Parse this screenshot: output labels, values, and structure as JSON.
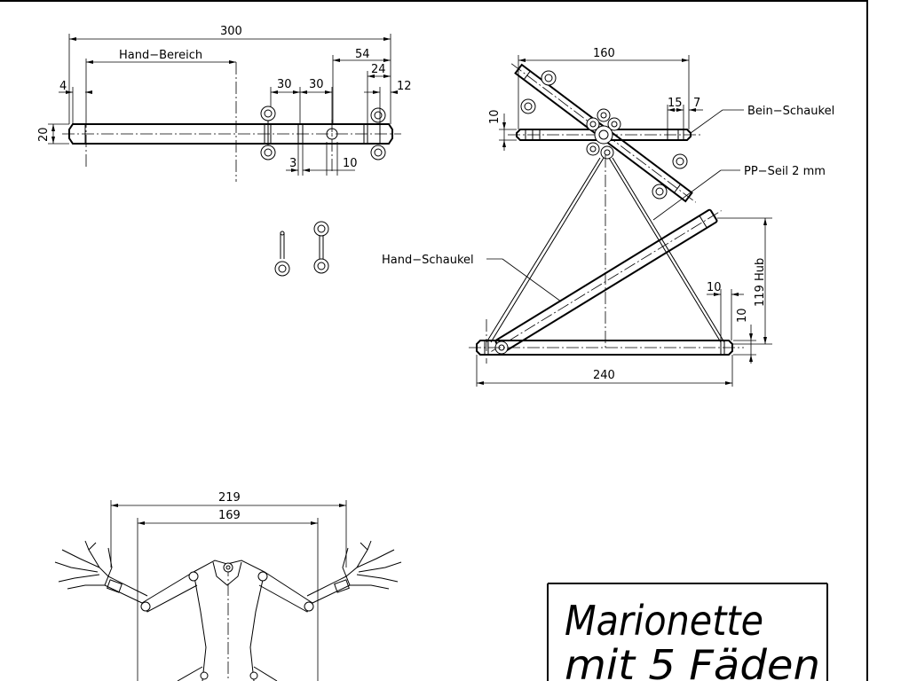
{
  "dimensions": {
    "d300": "300",
    "hand_bereich": "Hand−Bereich",
    "d54": "54",
    "d24": "24",
    "d12": "12",
    "d4": "4",
    "d30a": "30",
    "d30b": "30",
    "d20": "20",
    "d3": "3",
    "d10a": "10",
    "d160": "160",
    "d15": "15",
    "d7": "7",
    "d10b": "10",
    "d10c": "10",
    "d10d": "10",
    "d119hub": "119 Hub",
    "d240": "240",
    "d219": "219",
    "d169": "169"
  },
  "labels": {
    "bein_schaukel": "Bein−Schaukel",
    "pp_seil": "PP−Seil 2 mm",
    "hand_schaukel": "Hand−Schaukel"
  },
  "title_block": {
    "line1": "Marionette",
    "line2": "mit 5 Fäden"
  }
}
